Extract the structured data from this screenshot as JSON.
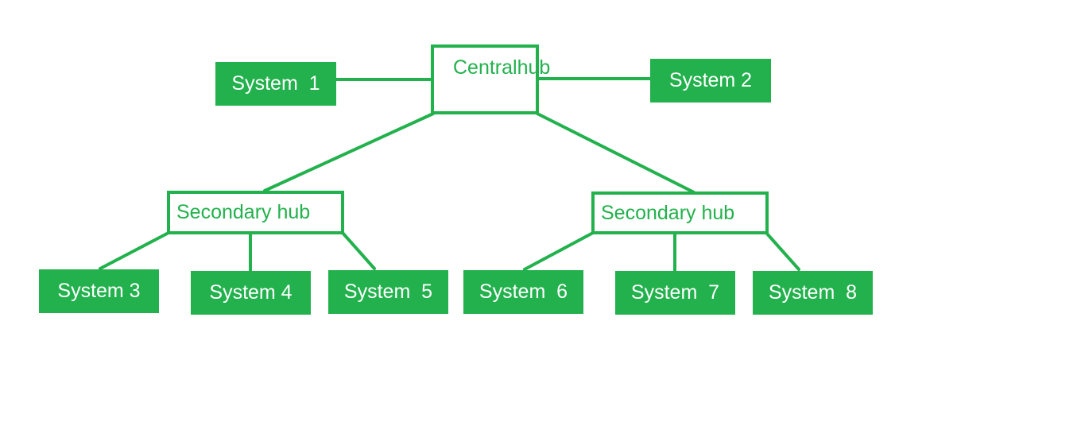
{
  "colors": {
    "accent": "#22b14c",
    "system_text": "#ffffff",
    "hub_fill": "#ffffff"
  },
  "central_hub": {
    "line1": "Central",
    "line2": "hub"
  },
  "secondary_hubs": [
    {
      "label": "Secondary hub"
    },
    {
      "label": "Secondary hub"
    }
  ],
  "systems": [
    {
      "label": "System  1"
    },
    {
      "label": "System 2"
    },
    {
      "label": "System 3"
    },
    {
      "label": "System 4"
    },
    {
      "label": "System  5"
    },
    {
      "label": "System  6"
    },
    {
      "label": "System  7"
    },
    {
      "label": "System  8"
    }
  ]
}
